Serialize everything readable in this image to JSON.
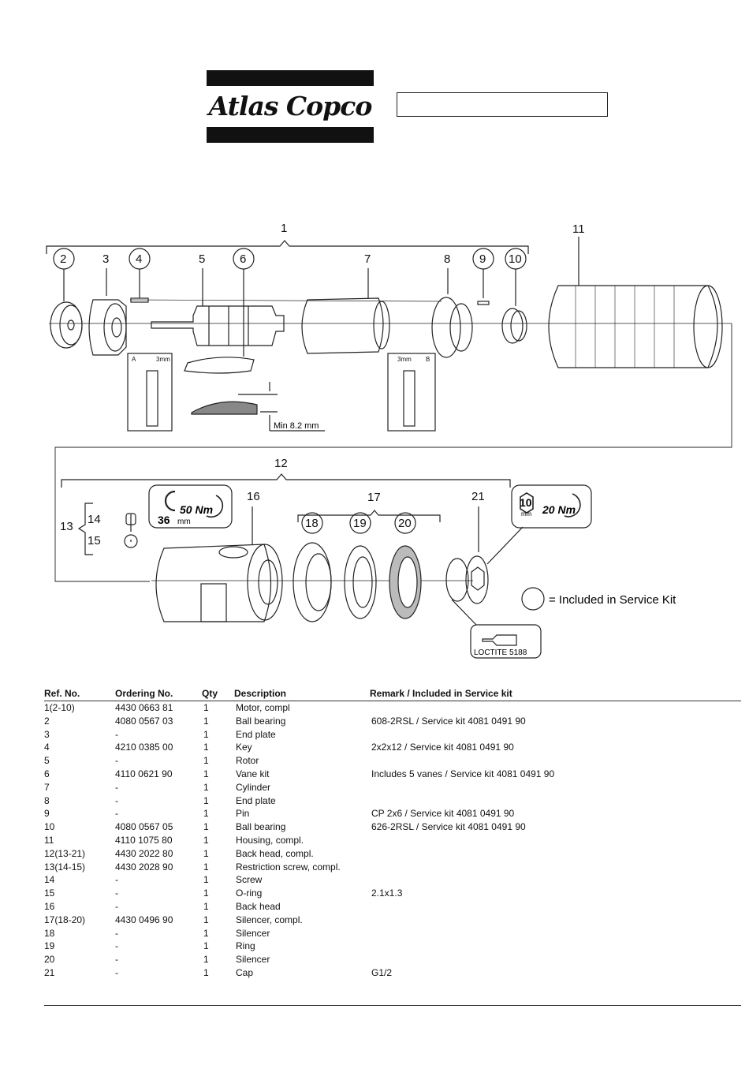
{
  "brand": {
    "name": "Atlas Copco"
  },
  "model_box": {
    "value": ""
  },
  "diagram": {
    "callouts": [
      "1",
      "2",
      "3",
      "4",
      "5",
      "6",
      "7",
      "8",
      "9",
      "10",
      "11",
      "12",
      "13",
      "14",
      "15",
      "16",
      "17",
      "18",
      "19",
      "20",
      "21"
    ],
    "detail_a": {
      "letter": "A",
      "dim": "3mm"
    },
    "detail_b": {
      "letter": "B",
      "dim": "3mm"
    },
    "vane_min": "Min 8.2 mm",
    "torque_1": {
      "value": "50 Nm",
      "wrench": "36",
      "wrench_unit": "mm"
    },
    "torque_2": {
      "value": "20 Nm",
      "hex": "10",
      "hex_unit": "mm"
    },
    "loctite": "LOCTITE 5188",
    "legend": "= Included in Service Kit"
  },
  "table": {
    "headers": [
      "Ref. No.",
      "Ordering No.",
      "Qty",
      "Description",
      "Remark / Included in Service kit"
    ],
    "rows": [
      [
        "1(2-10)",
        "4430 0663 81",
        "1",
        "Motor, compl",
        ""
      ],
      [
        "2",
        "4080 0567 03",
        "1",
        "Ball bearing",
        "608-2RSL / Service kit 4081 0491 90"
      ],
      [
        "3",
        "-",
        "1",
        "End plate",
        ""
      ],
      [
        "4",
        "4210 0385 00",
        "1",
        "Key",
        "2x2x12 / Service kit 4081 0491 90"
      ],
      [
        "5",
        "-",
        "1",
        "Rotor",
        ""
      ],
      [
        "6",
        "4110 0621 90",
        "1",
        "Vane kit",
        "Includes 5 vanes / Service kit 4081 0491 90"
      ],
      [
        "7",
        "-",
        "1",
        "Cylinder",
        ""
      ],
      [
        "8",
        "-",
        "1",
        "End plate",
        ""
      ],
      [
        "9",
        "-",
        "1",
        "Pin",
        "CP 2x6 / Service kit 4081 0491 90"
      ],
      [
        "10",
        "4080 0567 05",
        "1",
        "Ball bearing",
        "626-2RSL / Service kit 4081 0491 90"
      ],
      [
        "11",
        "4110 1075 80",
        "1",
        "Housing, compl.",
        ""
      ],
      [
        "12(13-21)",
        "4430 2022 80",
        "1",
        "Back head, compl.",
        ""
      ],
      [
        "13(14-15)",
        "4430 2028 90",
        "1",
        "Restriction screw, compl.",
        ""
      ],
      [
        "14",
        "-",
        "1",
        "Screw",
        ""
      ],
      [
        "15",
        "-",
        "1",
        "O-ring",
        "2.1x1.3"
      ],
      [
        "16",
        "-",
        "1",
        "Back head",
        ""
      ],
      [
        "17(18-20)",
        "4430 0496 90",
        "1",
        "Silencer, compl.",
        ""
      ],
      [
        "18",
        "-",
        "1",
        "Silencer",
        ""
      ],
      [
        "19",
        "-",
        "1",
        "Ring",
        ""
      ],
      [
        "20",
        "-",
        "1",
        "Silencer",
        ""
      ],
      [
        "21",
        "-",
        "1",
        "Cap",
        "G1/2"
      ]
    ]
  }
}
